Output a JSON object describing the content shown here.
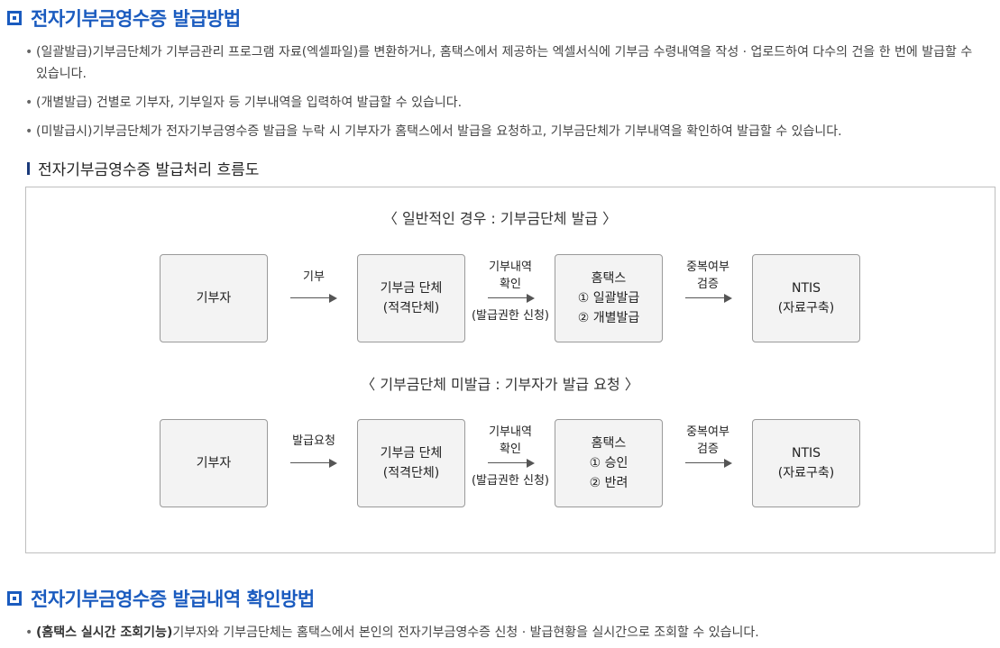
{
  "section1": {
    "title": "전자기부금영수증 발급방법",
    "bullets": [
      "(일괄발급)기부금단체가 기부금관리 프로그램 자료(엑셀파일)를 변환하거나, 홈택스에서 제공하는 엑셀서식에 기부금 수령내역을 작성 · 업로드하여 다수의 건을 한 번에 발급할 수 있습니다.",
      "(개별발급) 건별로 기부자, 기부일자 등 기부내역을 입력하여 발급할 수 있습니다.",
      "(미발급시)기부금단체가 전자기부금영수증 발급을 누락 시 기부자가 홈택스에서 발급을 요청하고, 기부금단체가 기부내역을 확인하여 발급할 수 있습니다."
    ]
  },
  "subhead": "전자기부금영수증 발급처리 흐름도",
  "flow1": {
    "title": "〈 일반적인 경우 : 기부금단체 발급 〉",
    "node1": "기부자",
    "arrow1": "기부",
    "node2_l1": "기부금 단체",
    "node2_l2": "(적격단체)",
    "arrow2_l1": "기부내역",
    "arrow2_l2": "확인",
    "arrow2_l3": "(발급권한 신청)",
    "node3_l1": "홈택스",
    "node3_l2": "① 일괄발급",
    "node3_l3": "② 개별발급",
    "arrow3_l1": "중복여부",
    "arrow3_l2": "검증",
    "node4_l1": "NTIS",
    "node4_l2": "(자료구축)"
  },
  "flow2": {
    "title": "〈 기부금단체 미발급 : 기부자가 발급 요청 〉",
    "node1": "기부자",
    "arrow1": "발급요청",
    "node2_l1": "기부금 단체",
    "node2_l2": "(적격단체)",
    "arrow2_l1": "기부내역",
    "arrow2_l2": "확인",
    "arrow2_l3": "(발급권한 신청)",
    "node3_l1": "홈택스",
    "node3_l2": "① 승인",
    "node3_l3": "② 반려",
    "arrow3_l1": "중복여부",
    "arrow3_l2": "검증",
    "node4_l1": "NTIS",
    "node4_l2": "(자료구축)"
  },
  "section2": {
    "title": "전자기부금영수증 발급내역 확인방법",
    "bullet_bold": "(홈택스 실시간 조회기능)",
    "bullet_text": "기부자와 기부금단체는 홈택스에서 본인의 전자기부금영수증 신청 · 발급현황을 실시간으로 조회할 수 있습니다."
  }
}
